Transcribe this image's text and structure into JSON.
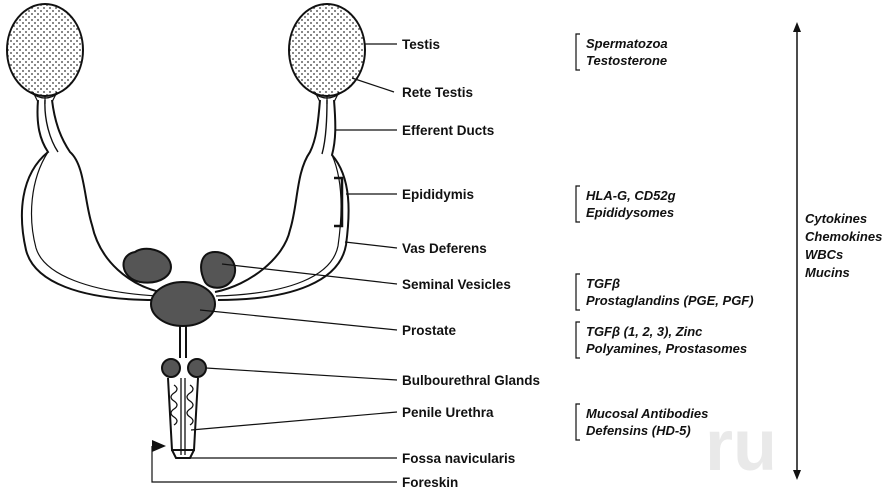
{
  "watermark": "ru",
  "anatomy": [
    {
      "id": "testis",
      "label": "Testis",
      "products": [
        "Spermatozoa",
        "Testosterone"
      ]
    },
    {
      "id": "rete-testis",
      "label": "Rete Testis",
      "products": []
    },
    {
      "id": "efferent-ducts",
      "label": "Efferent Ducts",
      "products": []
    },
    {
      "id": "epididymis",
      "label": "Epididymis",
      "products": [
        "HLA-G, CD52g",
        "Epididysomes"
      ]
    },
    {
      "id": "vas-deferens",
      "label": "Vas Deferens",
      "products": []
    },
    {
      "id": "seminal-vesicles",
      "label": "Seminal Vesicles",
      "products": [
        "TGFβ",
        "Prostaglandins (PGE, PGF)"
      ]
    },
    {
      "id": "prostate",
      "label": "Prostate",
      "products": [
        "TGFβ (1, 2, 3), Zinc",
        "Polyamines, Prostasomes"
      ]
    },
    {
      "id": "bulbourethral-glands",
      "label": "Bulbourethral Glands",
      "products": []
    },
    {
      "id": "penile-urethra",
      "label": "Penile Urethra",
      "products": [
        "Mucosal Antibodies",
        "Defensins (HD-5)"
      ]
    },
    {
      "id": "fossa-navicularis",
      "label": "Fossa navicularis",
      "products": []
    },
    {
      "id": "foreskin",
      "label": "Foreskin",
      "products": []
    }
  ],
  "tract_wide": [
    "Cytokines",
    "Chemokines",
    "WBCs",
    "Mucins"
  ],
  "colors": {
    "ink": "#111111",
    "gland_fill": "#555555",
    "testis_dots": "#333333"
  }
}
